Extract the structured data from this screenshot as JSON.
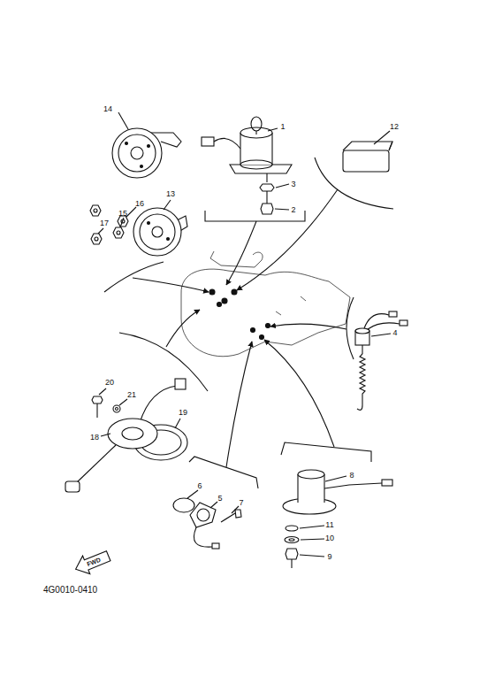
{
  "diagram": {
    "labels": [
      "14",
      "1",
      "12",
      "3",
      "2",
      "16",
      "13",
      "15",
      "17",
      "4",
      "20",
      "21",
      "18",
      "19",
      "6",
      "8",
      "5",
      "7",
      "11",
      "10",
      "9",
      "FWD",
      "4G0010-0410"
    ]
  }
}
